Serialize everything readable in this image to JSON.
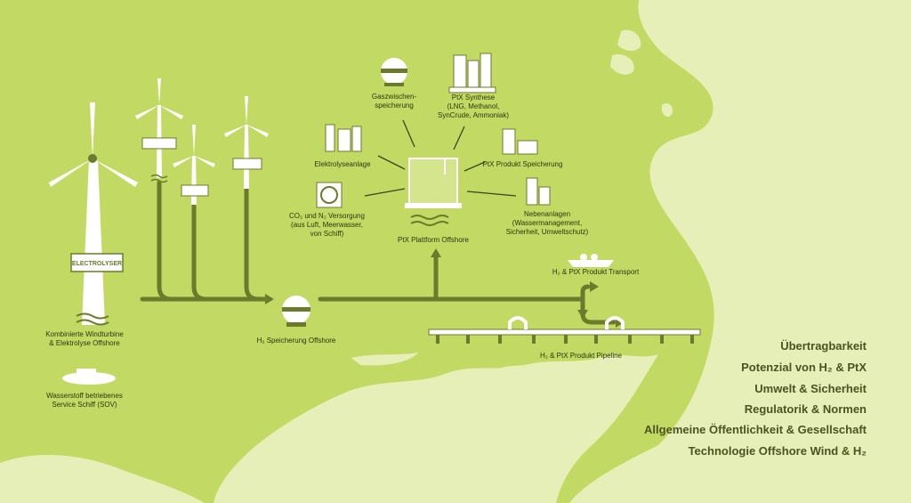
{
  "turbine_box_text": "ELECTROLYSER",
  "labels": {
    "windturbine": "Kombinierte Windturbine\n& Elektrolyse Offshore",
    "sov": "Wasserstoff betriebenes\nService Schiff (SOV)",
    "h2_storage": "H₂ Speicherung Offshore",
    "gas_storage": "Gaszwischen-\nspeicherung",
    "ptx_synthese": "PtX Synthese\n(LNG, Methanol,\nSynCrude, Ammoniak)",
    "elektrolyse": "Elektrolyseanlage",
    "ptx_speicher": "PtX Produkt Speicherung",
    "co2_n2": "CO₂ und N₂ Versorgung\n(aus Luft, Meerwasser,\nvon Schiff)",
    "platform": "PtX Plattform Offshore",
    "nebenanlagen": "Nebenanlagen\n(Wassermanagement,\nSicherheit, Umweltschutz)",
    "transport": "H₂ & PtX Produkt Transport",
    "pipeline": "H₂ & PtX Produkt Pipeline"
  },
  "topics": [
    "Übertragbarkeit",
    "Potenzial von H₂ & PtX",
    "Umwelt & Sicherheit",
    "Regulatorik & Normen",
    "Allgemeine Öffentlichkeit & Gesellschaft",
    "Technologie Offshore Wind & H₂"
  ],
  "colors": {
    "sea": "#c2da63",
    "land": "#e6efb8",
    "pipe": "#6b7a2c",
    "white": "#ffffff"
  }
}
